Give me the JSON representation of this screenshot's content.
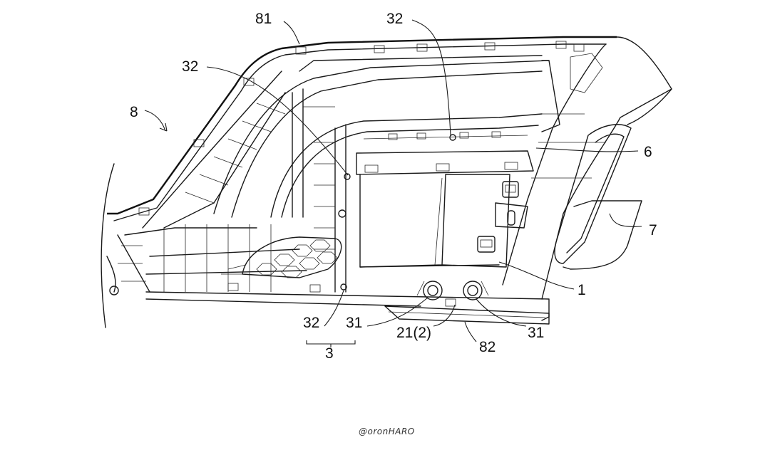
{
  "labels": {
    "l81": "81",
    "l32_top": "32",
    "l32_left": "32",
    "l8": "8",
    "l6": "6",
    "l7": "7",
    "l1": "1",
    "l32_bottom": "32",
    "l31_left": "31",
    "l21_2": "21(2)",
    "l31_right": "31",
    "l3": "3",
    "l82": "82"
  },
  "watermark": "@oronHARO"
}
